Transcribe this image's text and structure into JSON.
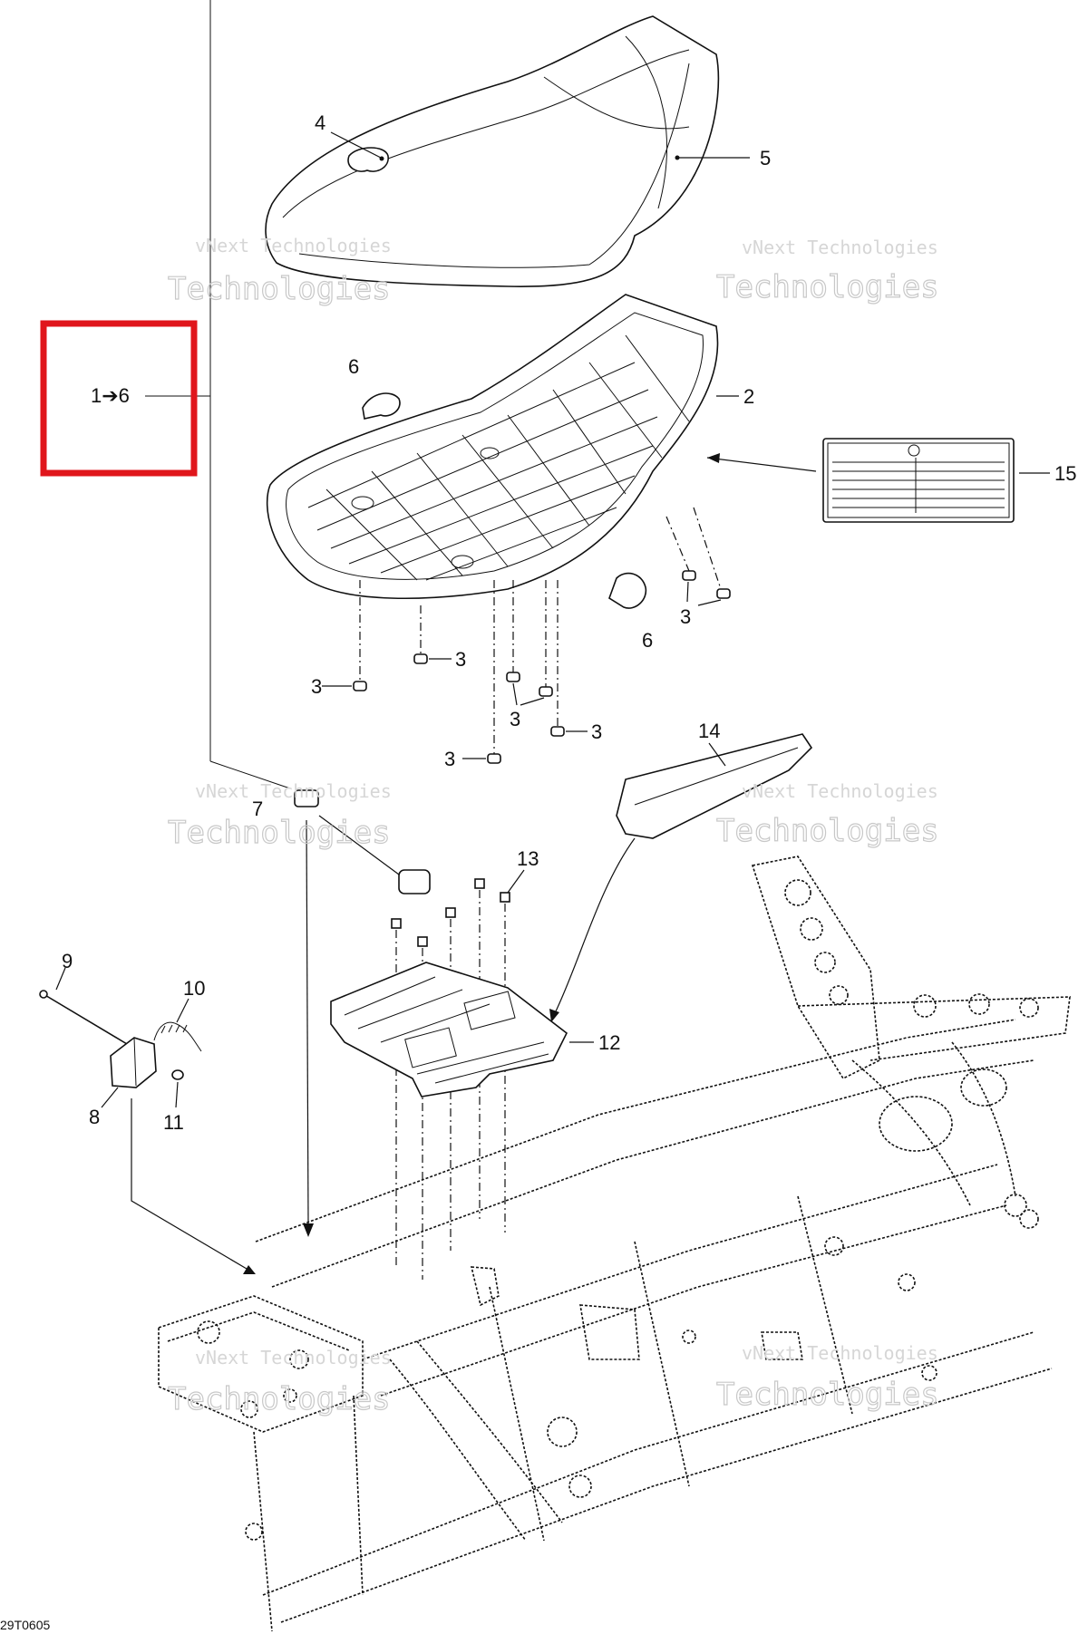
{
  "callouts": {
    "range": "1➔6",
    "c2": "2",
    "c3": "3",
    "c4": "4",
    "c5": "5",
    "c6": "6",
    "c7": "7",
    "c8": "8",
    "c9": "9",
    "c10": "10",
    "c11": "11",
    "c12": "12",
    "c13": "13",
    "c14": "14",
    "c15": "15"
  },
  "watermark": {
    "line1": "vNext Technologies",
    "line2": "Technologies"
  },
  "drawing_code": "29T0605",
  "colors": {
    "highlight": "#e0161c",
    "ink": "#111111",
    "watermark": "#c8c8c8"
  }
}
